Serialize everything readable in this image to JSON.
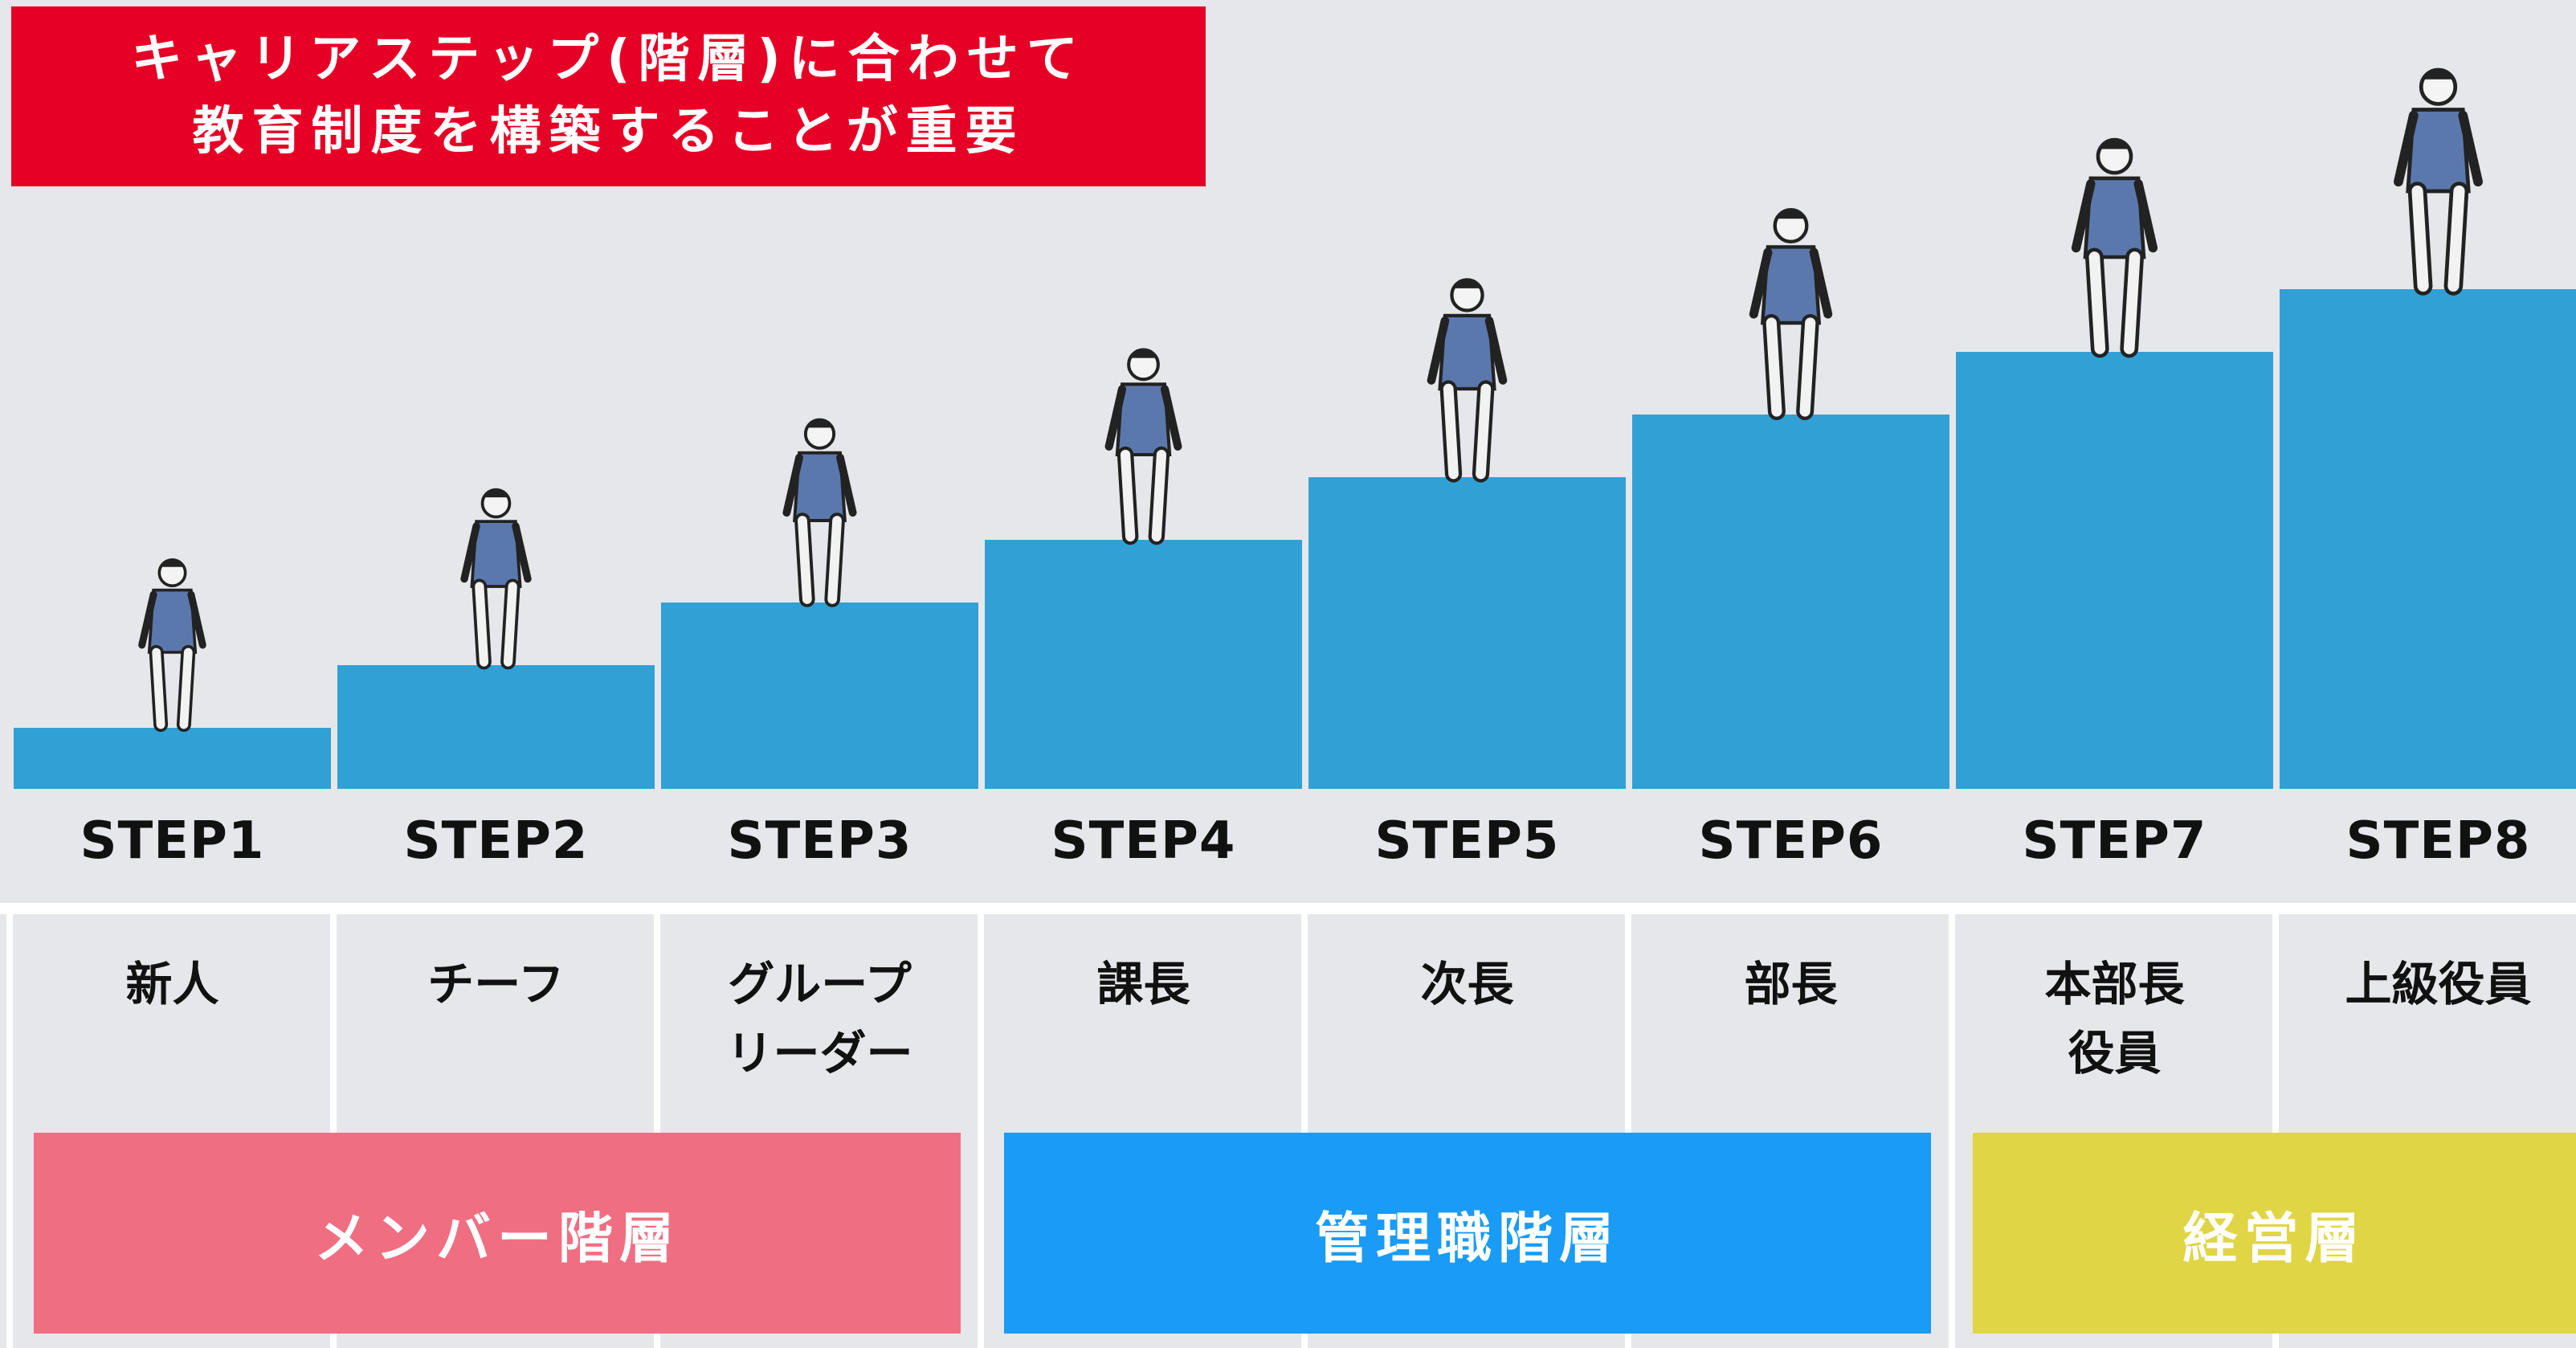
{
  "title": {
    "line1": "キャリアステップ(階層)に合わせて",
    "line2": "教育制度を構築することが重要"
  },
  "steps": [
    {
      "label": "STEP1",
      "role": "新人"
    },
    {
      "label": "STEP2",
      "role": "チーフ"
    },
    {
      "label": "STEP3",
      "role": "グループ\nリーダー"
    },
    {
      "label": "STEP4",
      "role": "課長"
    },
    {
      "label": "STEP5",
      "role": "次長"
    },
    {
      "label": "STEP6",
      "role": "部長"
    },
    {
      "label": "STEP7",
      "role": "本部長\n役員"
    },
    {
      "label": "STEP8",
      "role": "上級役員"
    }
  ],
  "tiers": [
    {
      "label": "メンバー階層",
      "color": "#f06e82"
    },
    {
      "label": "管理職階層",
      "color": "#1a9bf5"
    },
    {
      "label": "経営層",
      "color": "#e0d544"
    }
  ],
  "colors": {
    "title_bg": "#e60026",
    "stair": "#31a1d5",
    "background": "#e6e7ea"
  }
}
